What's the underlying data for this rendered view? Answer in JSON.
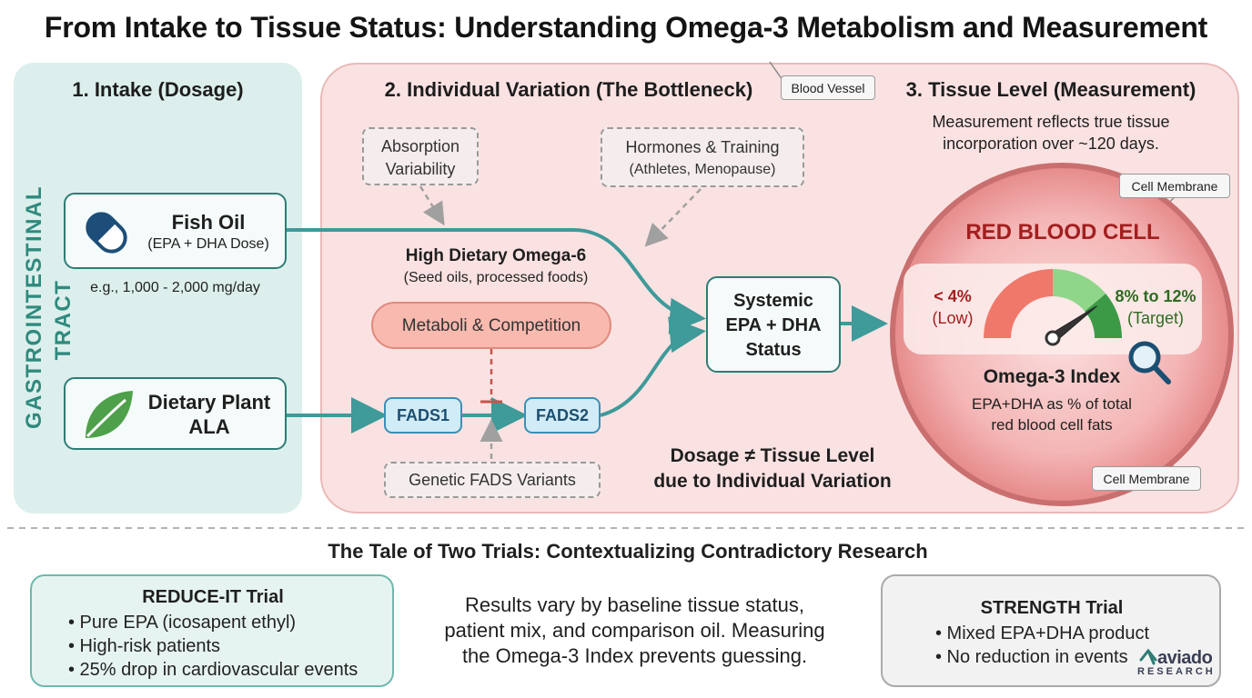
{
  "title": "From Intake to Tissue Status: Understanding Omega-3 Metabolism and Measurement",
  "gi_tract": {
    "label": "GASTROINTESTINAL TRACT",
    "heading": "1. Intake (Dosage)",
    "fish_oil": {
      "name": "Fish Oil",
      "detail": "(EPA + DHA Dose)",
      "dose": "e.g., 1,000 - 2,000 mg/day"
    },
    "plant": {
      "line1": "Dietary Plant",
      "line2": "ALA"
    }
  },
  "variation": {
    "heading": "2. Individual Variation (The Bottleneck)",
    "blood_vessel_tag": "Blood Vessel",
    "absorption": {
      "line1": "Absorption",
      "line2": "Variability"
    },
    "hormones": {
      "line1": "Hormones & Training",
      "line2": "(Athletes, Menopause)"
    },
    "omega6": {
      "title": "High Dietary Omega-6",
      "subtitle": "(Seed oils, processed foods)"
    },
    "competition": "Metaboli & Competition",
    "fads1": "FADS1",
    "fads2": "FADS2",
    "genetic": "Genetic FADS Variants",
    "systemic": {
      "line1": "Systemic",
      "line2": "EPA + DHA",
      "line3": "Status"
    },
    "dosage_note": {
      "line1": "Dosage ≠ Tissue Level",
      "line2": "due to Individual Variation"
    }
  },
  "tissue": {
    "heading": "3. Tissue Level (Measurement)",
    "note_line1": "Measurement reflects true tissue",
    "note_line2": "incorporation over ~120 days.",
    "cell_membrane_top": "Cell Membrane",
    "cell_membrane_bottom": "Cell Membrane",
    "rbc_title": "RED BLOOD CELL",
    "low_value": "< 4%",
    "low_label": "(Low)",
    "target_value": "8% to 12%",
    "target_label": "(Target)",
    "gauge_level_percent": 80,
    "index_title": "Omega-3 Index",
    "index_desc1": "EPA+DHA as % of total",
    "index_desc2": "red blood cell fats"
  },
  "trials": {
    "heading": "The Tale of Two Trials: Contextualizing Contradictory Research",
    "reduce_it": {
      "title": "REDUCE-IT Trial",
      "bullets": [
        "• Pure EPA (icosapent ethyl)",
        "• High-risk patients",
        "• 25% drop in cardiovascular events"
      ]
    },
    "middle_text": {
      "line1": "Results vary by baseline tissue status,",
      "line2": "patient mix, and comparison oil. Measuring",
      "line3": "the Omega-3 Index prevents guessing."
    },
    "strength": {
      "title": "STRENGTH Trial",
      "bullets": [
        "• Mixed EPA+DHA product",
        "• No reduction in events"
      ]
    }
  },
  "logo": {
    "name": "aviado",
    "sub": "RESEARCH"
  },
  "colors": {
    "teal": "#2e7c75",
    "gi_bg": "#dcefec",
    "variation_bg": "#fbe2e2",
    "red_label": "#a31f1f",
    "green_label": "#2f6b21",
    "gauge_low": "#f0786a",
    "gauge_mid": "#8fd68a",
    "gauge_high": "#3c9a47"
  }
}
